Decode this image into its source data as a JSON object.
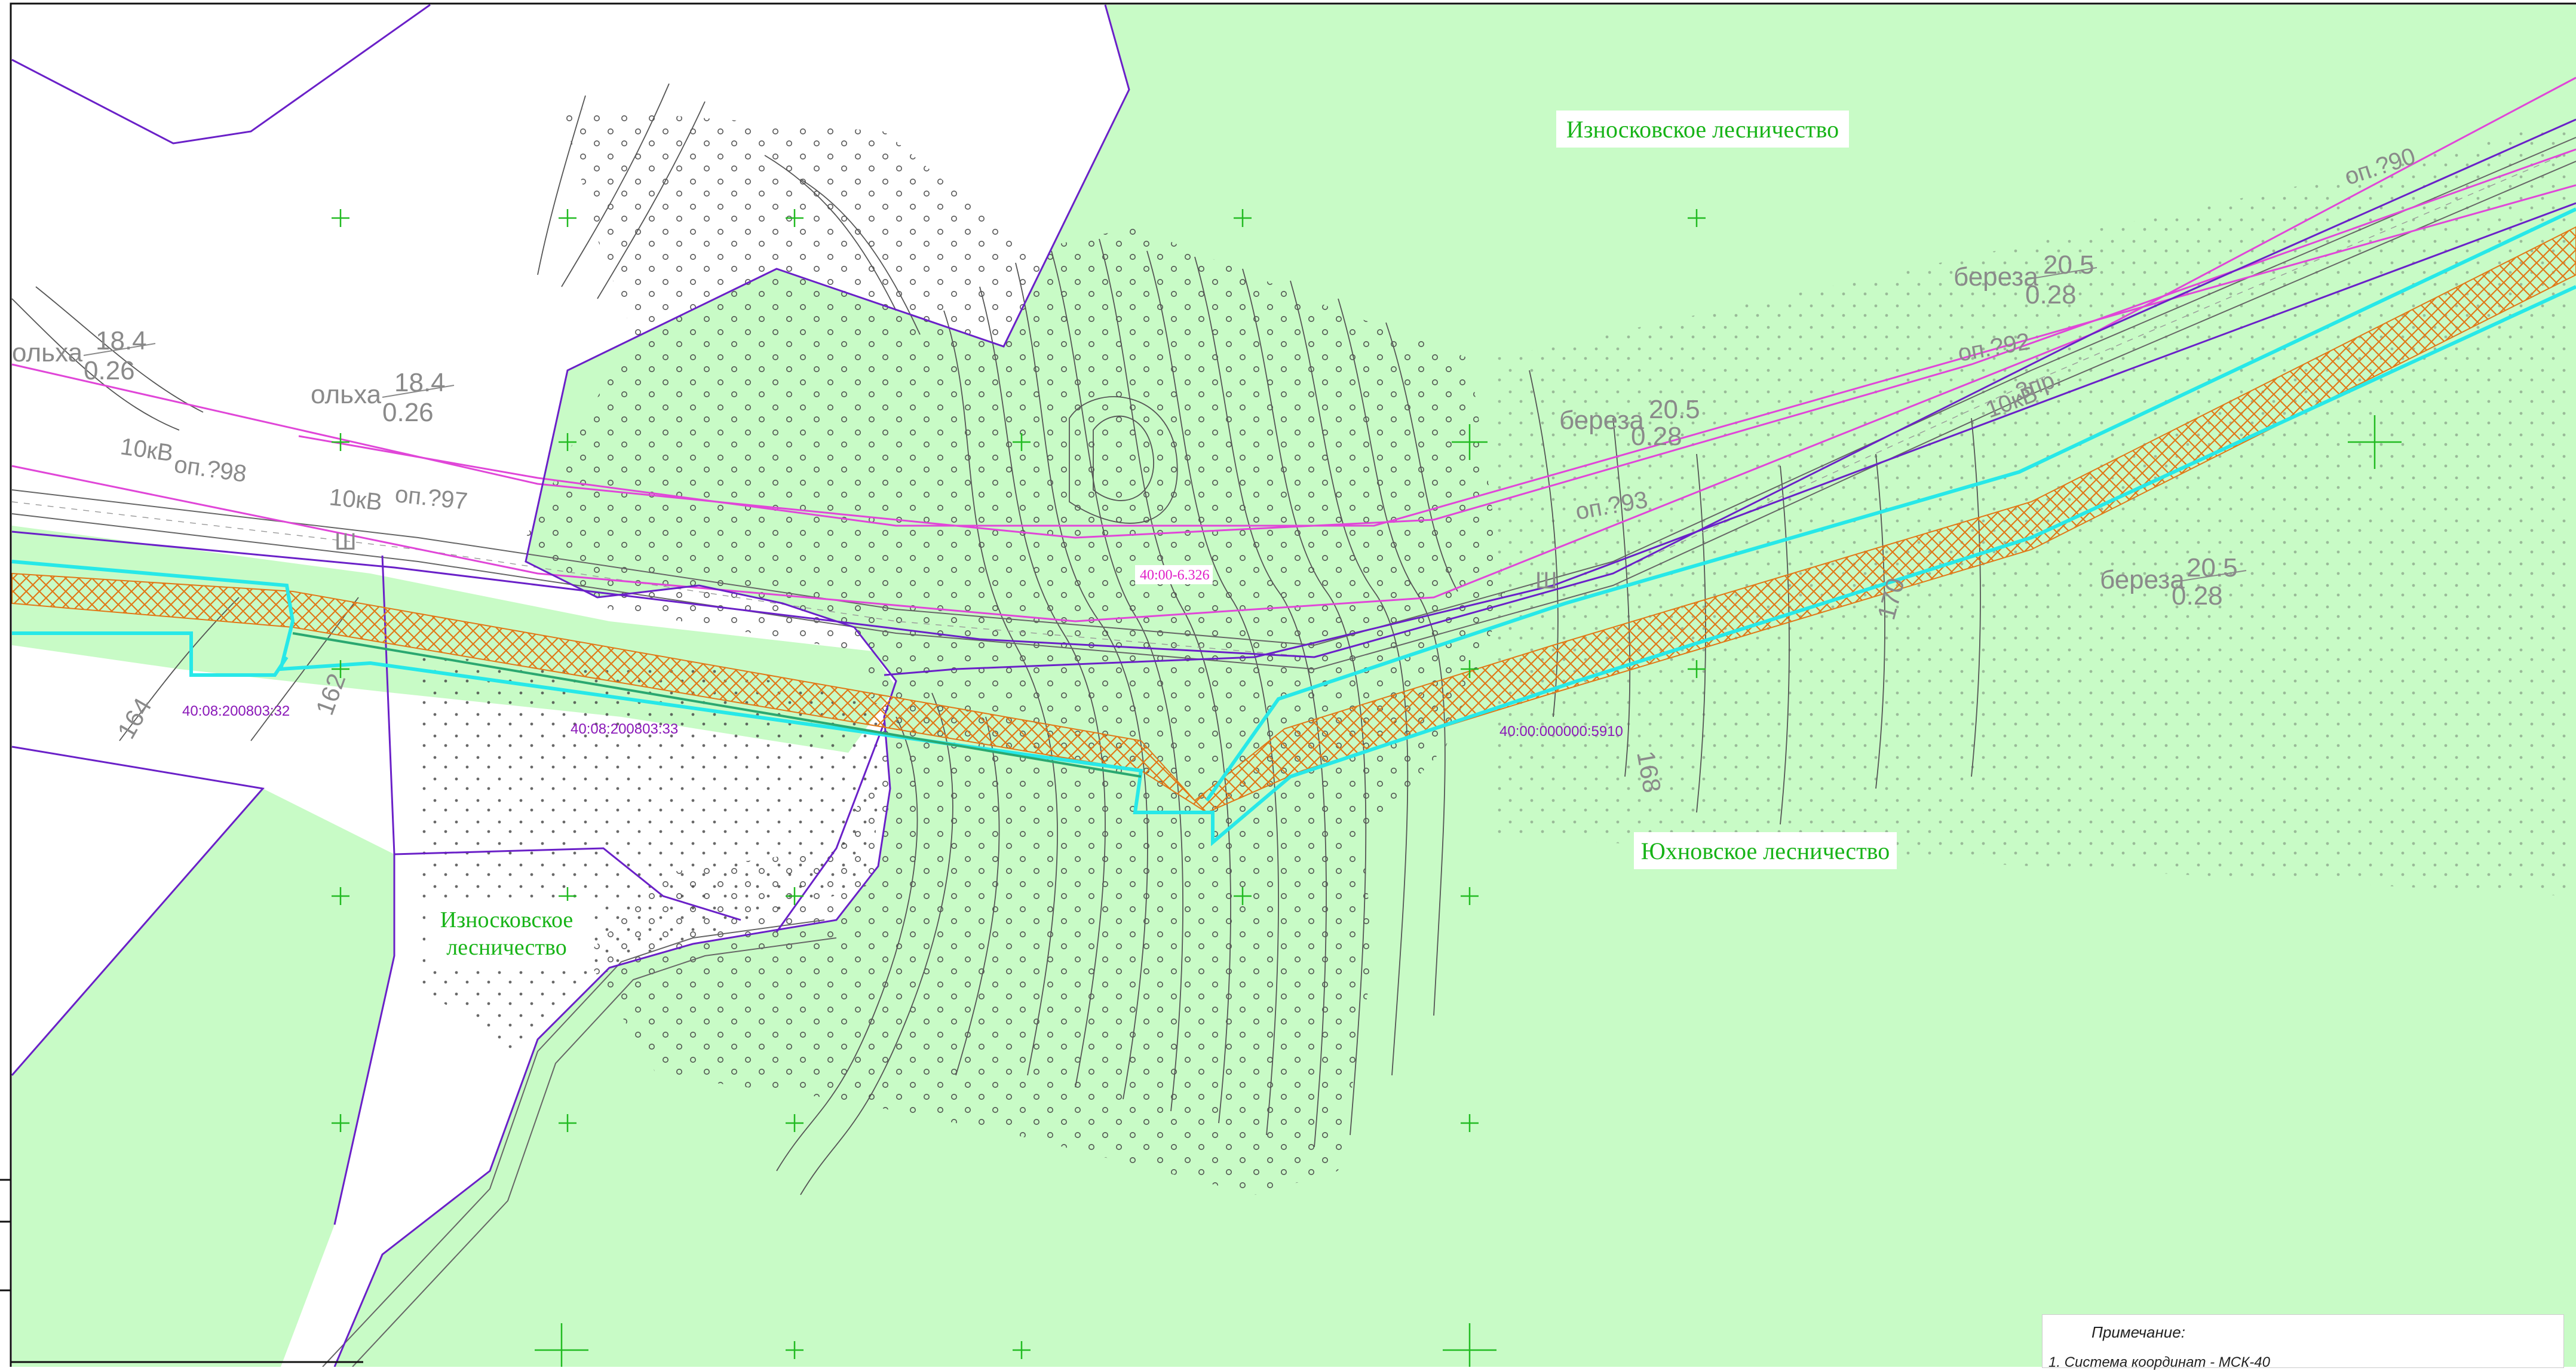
{
  "colors": {
    "forest": "#c8fbc6",
    "forest_label": "#18b418",
    "boundary": "#6a20c8",
    "cadastral_label": "#8a18b8",
    "power_line": "#e046d8",
    "corridor_hatch": "#e07818",
    "corridor_border": "#27e8e8",
    "cadastral_highlight": "#e020c8",
    "terrain": "#444444",
    "grid_cross": "#22bb22"
  },
  "forestry_labels": [
    {
      "id": "iznoskovskoe-north",
      "text": "Износковское лесничество"
    },
    {
      "id": "yukhnovskoe",
      "text": "Юхновское лесничество"
    },
    {
      "id": "iznoskovskoe-south-line1",
      "text": "Износковское"
    },
    {
      "id": "iznoskovskoe-south-line2",
      "text": "лесничество"
    }
  ],
  "cadastral_labels": [
    {
      "id": "parcel-32",
      "text": "40:08:200803:32"
    },
    {
      "id": "parcel-33",
      "text": "40:08:200803:33"
    },
    {
      "id": "parcel-5910",
      "text": "40:00:000000:5910"
    },
    {
      "id": "parcel-326",
      "text": "40:00-6.326"
    }
  ],
  "tree_labels": [
    {
      "id": "olha-west",
      "species": "ольха",
      "height": "18.4",
      "diameter": "0.26"
    },
    {
      "id": "olha-center",
      "species": "ольха",
      "height": "18.4",
      "diameter": "0.26"
    },
    {
      "id": "bereza-ne",
      "species": "береза",
      "height": "20.5",
      "diameter": "0.28"
    },
    {
      "id": "bereza-center",
      "species": "береза",
      "height": "20.5",
      "diameter": "0.28"
    },
    {
      "id": "bereza-east",
      "species": "береза",
      "height": "20.5",
      "diameter": "0.28"
    }
  ],
  "line_labels": [
    {
      "id": "op-798",
      "text": "оп.?98"
    },
    {
      "id": "op-797",
      "text": "оп.?97"
    },
    {
      "id": "op-793",
      "text": "оп.?93"
    },
    {
      "id": "op-792",
      "text": "оп.?92"
    },
    {
      "id": "op-790",
      "text": "оп.?90"
    },
    {
      "id": "kv10-west",
      "text": "10кВ"
    },
    {
      "id": "kv10-center",
      "text": "10кВ"
    },
    {
      "id": "kv10-east",
      "text": "10кВ"
    },
    {
      "id": "pr-3",
      "text": "3пр."
    },
    {
      "id": "pipe-gas",
      "text": "Ш"
    }
  ],
  "contour_labels": [
    "164",
    "162",
    "168",
    "170"
  ],
  "note": {
    "title": "Примечание:",
    "line1": "1. Система координат - МСК-40"
  }
}
